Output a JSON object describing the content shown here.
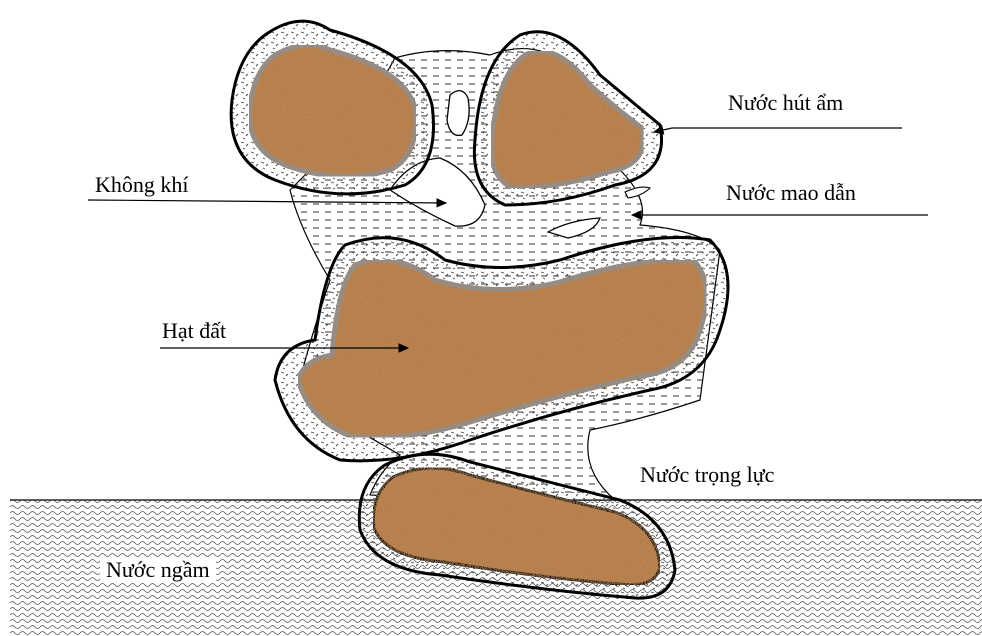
{
  "labels": {
    "hygroscopic_water": "Nước hút ẩm",
    "air": "Không khí",
    "capillary_water": "Nước mao dẫn",
    "soil_particle": "Hạt đất",
    "gravitational_water": "Nước trọng lực",
    "groundwater": "Nước ngầm"
  },
  "colors": {
    "particle_fill": "#b77a45",
    "particle_grain": "#7a4a23",
    "particle_ring": "#8a8a8a",
    "film_outline": "#000000",
    "background": "#ffffff"
  }
}
